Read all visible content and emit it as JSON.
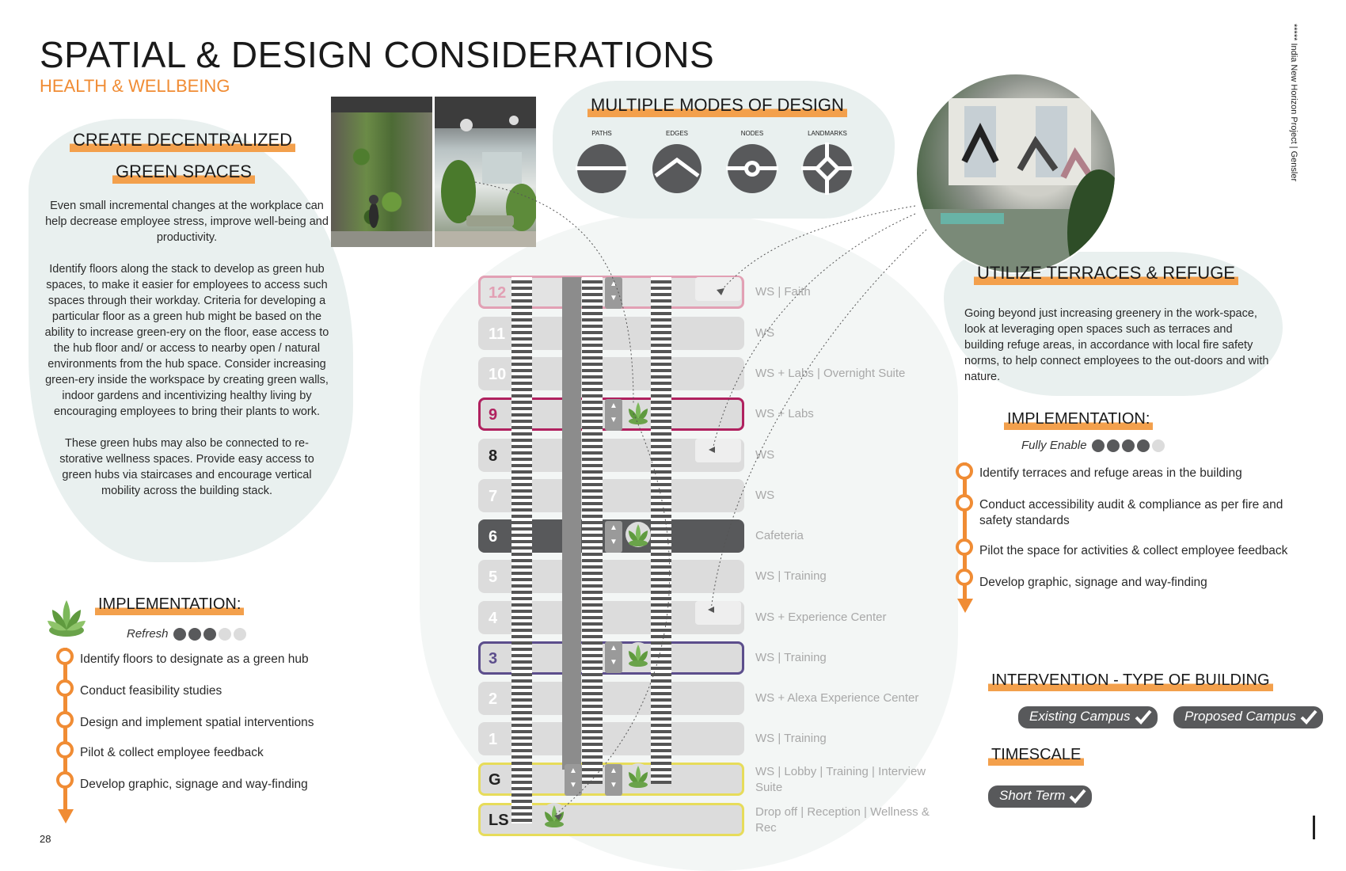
{
  "header": {
    "title": "SPATIAL & DESIGN CONSIDERATIONS",
    "subtitle": "HEALTH & WELLBEING",
    "side_text": "***** India New Horizon Project  |  Gensler",
    "page_number": "28"
  },
  "left": {
    "heading_line1": "CREATE DECENTRALIZED",
    "heading_line2": "GREEN SPACES",
    "para1": "Even small incremental changes at the workplace can help decrease employee stress, improve well-being and productivity.",
    "para2": "Identify floors along the stack to develop as green hub spaces, to make it easier for employees to access such spaces through their workday. Criteria for developing a particular floor as a green hub might be based on the ability to increase green-ery on the floor, ease access to the hub floor and/ or access to nearby open / natural environments from the hub space. Consider increasing green-ery inside the workspace by creating green walls, indoor gardens and incentivizing healthy living by encouraging employees to bring their plants to work.",
    "para3": "These green hubs may also be connected to re-storative wellness spaces. Provide easy access to green hubs via staircases and encourage vertical mobility across the building stack.",
    "implementation_title": "IMPLEMENTATION:",
    "rating_label": "Refresh",
    "rating_value": 3,
    "rating_max": 5,
    "steps": [
      "Identify floors to designate as a green hub",
      "Conduct feasibility  studies",
      "Design and implement spatial interventions",
      "Pilot & collect employee feedback",
      "Develop graphic, signage and way-finding"
    ]
  },
  "modes": {
    "title": "MULTIPLE MODES OF DESIGN",
    "items": [
      "PATHS",
      "EDGES",
      "NODES",
      "LANDMARKS"
    ]
  },
  "stack": {
    "floors": [
      {
        "num": "12",
        "label": "WS | Faith",
        "style": "pink"
      },
      {
        "num": "11",
        "label": "WS",
        "style": "plain"
      },
      {
        "num": "10",
        "label": "WS + Labs | Overnight Suite",
        "style": "plain"
      },
      {
        "num": "9",
        "label": "WS + Labs",
        "style": "magenta"
      },
      {
        "num": "8",
        "label": "WS",
        "style": "darknum"
      },
      {
        "num": "7",
        "label": "WS",
        "style": "plain"
      },
      {
        "num": "6",
        "label": "Cafeteria",
        "style": "dark"
      },
      {
        "num": "5",
        "label": "WS | Training",
        "style": "plain"
      },
      {
        "num": "4",
        "label": "WS + Experience Center",
        "style": "plain"
      },
      {
        "num": "3",
        "label": "WS | Training",
        "style": "purple"
      },
      {
        "num": "2",
        "label": "WS + Alexa Experience Center",
        "style": "plain"
      },
      {
        "num": "1",
        "label": "WS | Training",
        "style": "plain"
      },
      {
        "num": "G",
        "label": "WS | Lobby | Training | Interview Suite",
        "style": "yellow"
      },
      {
        "num": "LS",
        "label": "Drop off | Reception | Wellness & Rec",
        "style": "yellow"
      }
    ]
  },
  "right": {
    "heading": "UTILIZE TERRACES & REFUGE",
    "para": "Going beyond just increasing greenery in the work-space, look at leveraging open spaces such as terraces and building refuge areas, in accordance with local fire safety norms, to help connect employees to the out-doors and with nature.",
    "implementation_title": "IMPLEMENTATION:",
    "rating_label": "Fully Enable",
    "rating_value": 4,
    "rating_max": 5,
    "steps": [
      "Identify terraces and refuge areas in the building",
      "Conduct accessibility audit & compliance as per fire and",
      "safety standards",
      "Pilot the space for activities & collect employee feedback",
      "Develop graphic, signage and way-finding"
    ],
    "intervention_title": "INTERVENTION - TYPE OF BUILDING",
    "intervention_tags": [
      "Existing Campus",
      "Proposed Campus"
    ],
    "timescale_title": "TIMESCALE",
    "timescale_tag": "Short Term"
  },
  "colors": {
    "accent": "#f08c34",
    "blob": "#e9f0ef",
    "dark": "#58595b",
    "pink": "#e2a0b4",
    "magenta": "#b0215f",
    "purple": "#5c4e8c",
    "yellow": "#e7dc5a"
  }
}
